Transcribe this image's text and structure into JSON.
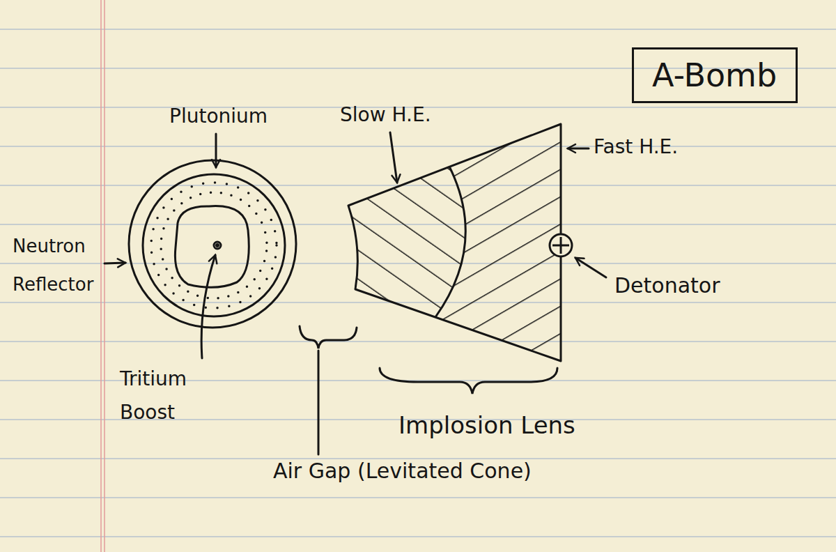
{
  "diagram": {
    "nodes": [
      {
        "text": [
          "A-Bomb"
        ]
      }
    ],
    "labels": [
      "Plutonium",
      "Neutron Reflector",
      "Tritium Boost",
      "Slow H.E.",
      "Fast H.E.",
      "Detonator",
      "Implosion Lens",
      "Air Gap (Levitated Cone)"
    ]
  }
}
